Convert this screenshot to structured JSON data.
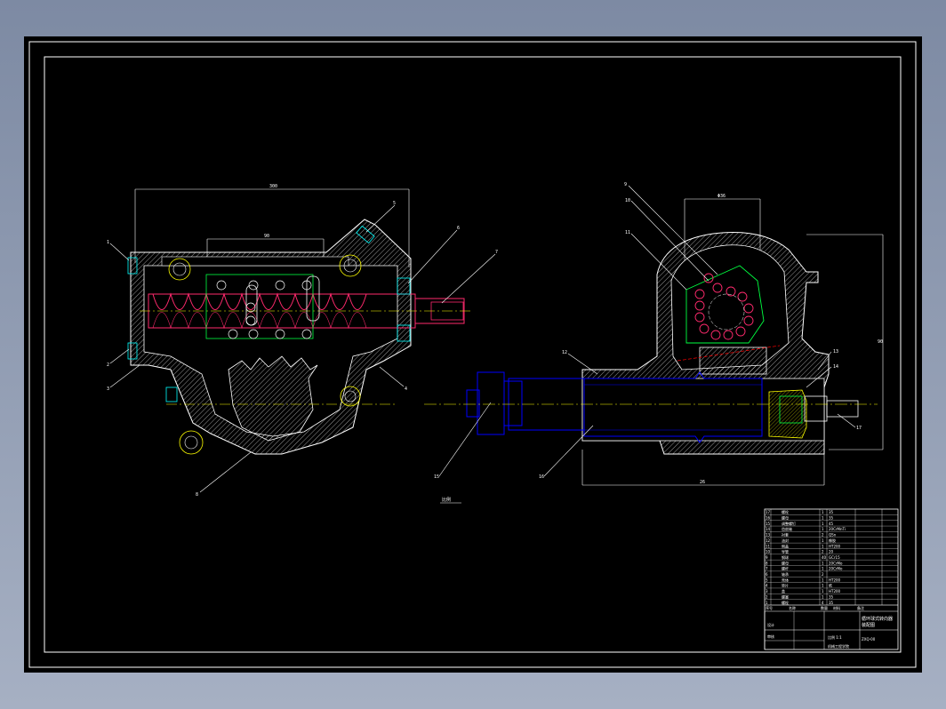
{
  "drawing": {
    "sheet_color": "#000000",
    "line_colors": {
      "frame": "#ffffff",
      "housing": "#ffffff",
      "hatch": "#ffffff",
      "screw": "#ff2a6d",
      "balls": "#ffffff",
      "rack_guide": "#00ff40",
      "pitman_shaft": "#0000ff",
      "bolt": "#00ffff",
      "centerline": "#ffff00",
      "dashed_red": "#ff0000"
    },
    "callouts": {
      "left": [
        "1",
        "2",
        "3",
        "4",
        "5",
        "6",
        "7",
        "8"
      ],
      "right": [
        "9",
        "10",
        "11",
        "12",
        "13",
        "14",
        "15",
        "16",
        "17"
      ]
    },
    "dimensions": {
      "left_width": "300",
      "left_inner": "90",
      "right_top": "Φ36",
      "right_bottom": "26",
      "right_side": "90"
    },
    "view_label": "比例",
    "parts_list": {
      "rows": [
        {
          "no": "17",
          "name": "螺栓",
          "qty": "1",
          "mat": "35"
        },
        {
          "no": "16",
          "name": "螺母",
          "qty": "1",
          "mat": "35"
        },
        {
          "no": "15",
          "name": "调整螺钉",
          "qty": "1",
          "mat": "45"
        },
        {
          "no": "14",
          "name": "齿扇轴",
          "qty": "1",
          "mat": "20CrMnTi"
        },
        {
          "no": "13",
          "name": "衬套",
          "qty": "2",
          "mat": "QSn"
        },
        {
          "no": "12",
          "name": "油封",
          "qty": "1",
          "mat": "橡胶"
        },
        {
          "no": "11",
          "name": "侧盖",
          "qty": "1",
          "mat": "HT200"
        },
        {
          "no": "10",
          "name": "导管",
          "qty": "2",
          "mat": "20"
        },
        {
          "no": "9",
          "name": "钢球",
          "qty": "40",
          "mat": "GCr15"
        },
        {
          "no": "8",
          "name": "螺母",
          "qty": "1",
          "mat": "20CrMo"
        },
        {
          "no": "7",
          "name": "螺杆",
          "qty": "1",
          "mat": "20CrMo"
        },
        {
          "no": "6",
          "name": "轴承",
          "qty": "2",
          "mat": ""
        },
        {
          "no": "5",
          "name": "壳体",
          "qty": "1",
          "mat": "HT200"
        },
        {
          "no": "4",
          "name": "垫片",
          "qty": "1",
          "mat": "纸"
        },
        {
          "no": "3",
          "name": "盖",
          "qty": "1",
          "mat": "HT200"
        },
        {
          "no": "2",
          "name": "螺塞",
          "qty": "1",
          "mat": "35"
        },
        {
          "no": "1",
          "name": "螺栓",
          "qty": "4",
          "mat": "35"
        }
      ],
      "header": [
        "序号",
        "名称",
        "数量",
        "材料",
        "备注"
      ]
    },
    "title_block": {
      "title": "循环球式转向器",
      "subtitle": "装配图",
      "drawing_no": "ZXQ-00",
      "scale_label": "比例 1:1",
      "designer": "设计",
      "checker": "审核",
      "school": "机械工程学院"
    }
  }
}
